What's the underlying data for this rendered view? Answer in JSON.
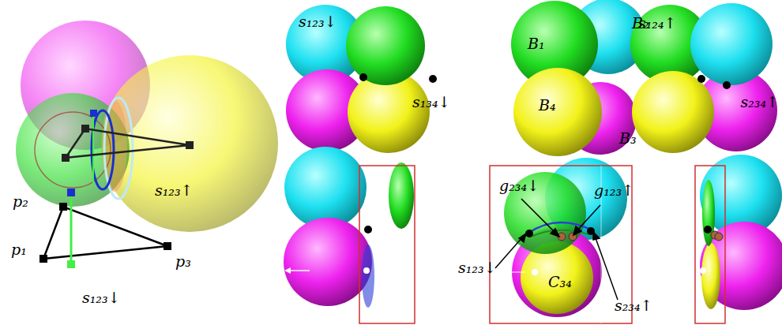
{
  "diagram": {
    "labels": [
      "s₁₂₃↑",
      "p₂",
      "p₁",
      "p₃",
      "s₁₂₃↓",
      "s₁₂₃↓",
      "s₁₃₄↓",
      "B₁",
      "B₂",
      "B₄",
      "B₃",
      "s₁₂₄↑",
      "s₂₃₄↑",
      "g₂₃₄↓",
      "g₁₂₃↑",
      "s₁₂₃↓",
      "C₃₄",
      "s₂₃₄↑"
    ]
  }
}
